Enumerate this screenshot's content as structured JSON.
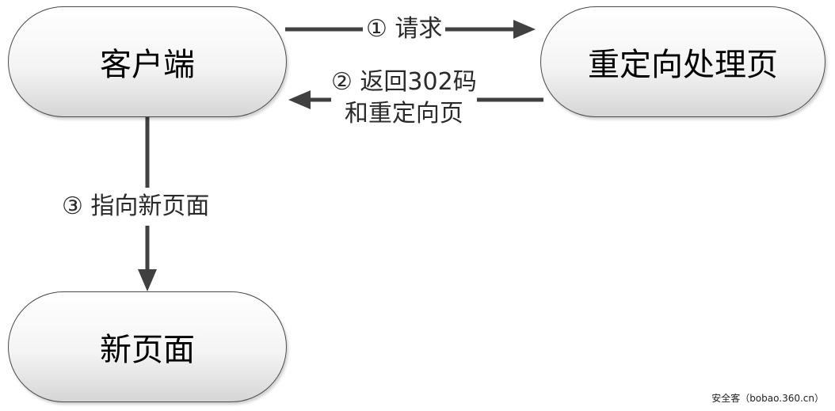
{
  "nodes": {
    "client": "客户端",
    "redirect_handler": "重定向处理页",
    "new_page": "新页面"
  },
  "edges": {
    "request": "① 请求",
    "return_line1": "② 返回302码",
    "return_line2": "和重定向页",
    "point_new": "③ 指向新页面"
  },
  "watermark": "安全客（bobao.360.cn）",
  "colors": {
    "arrow": "#404040",
    "node_border": "#4a4a4a",
    "node_fill_top": "#ffffff",
    "node_fill_bottom": "#d6d6d6"
  }
}
